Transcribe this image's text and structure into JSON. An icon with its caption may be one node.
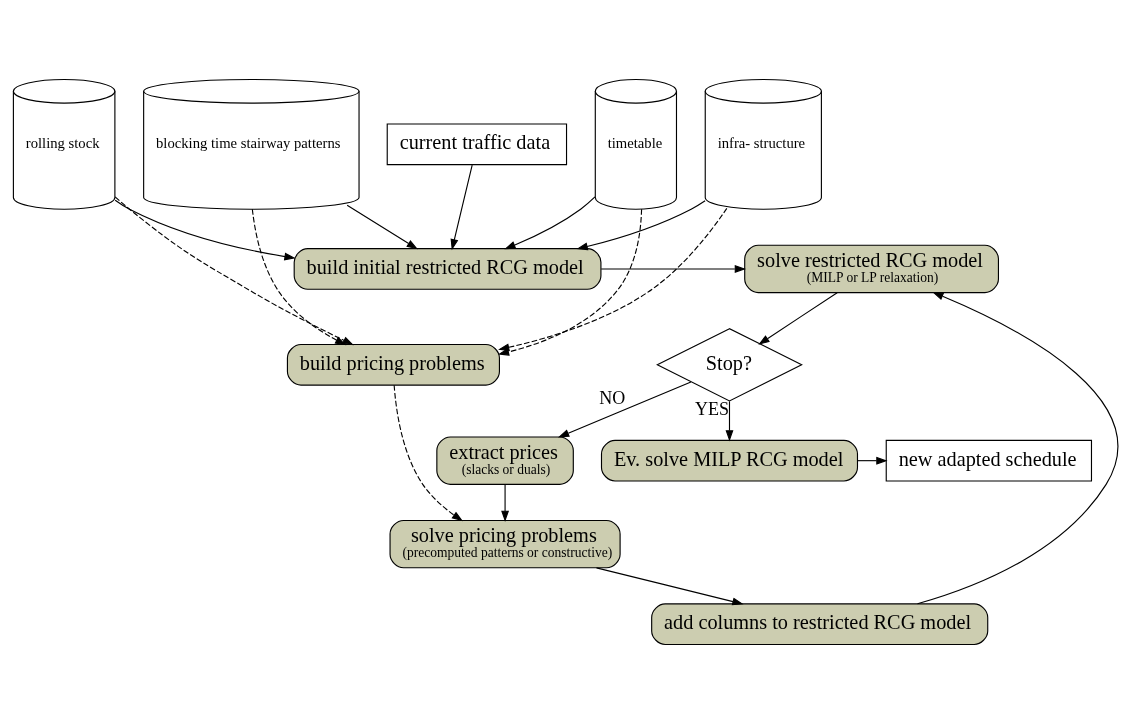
{
  "diagram": {
    "nodes": [
      {
        "text": [
          "current traffic data"
        ]
      },
      {
        "text": [
          "build initial restricted RCG model"
        ]
      },
      {
        "text": [
          "solve restricted RCG model",
          "(MILP or LP relaxation)"
        ]
      },
      {
        "text": [
          "add columns to restricted RCG model"
        ]
      },
      {
        "text": [
          "solve pricing problems",
          "(precomputed patterns or constructive)"
        ]
      },
      {
        "text": [
          "Stop?"
        ]
      },
      {
        "text": [
          "build pricing problems"
        ]
      },
      {
        "text": [
          "extract prices",
          "(slacks or duals)"
        ]
      },
      {
        "text": [
          "timetable"
        ]
      },
      {
        "text": [
          "infra- structure"
        ]
      },
      {
        "text": [
          "rolling stock"
        ]
      },
      {
        "text": [
          "blocking time stairway patterns"
        ]
      },
      {
        "text": [
          "Ev. solve MILP RCG model"
        ]
      },
      {
        "text": [
          "new adapted schedule"
        ]
      }
    ],
    "edges": [
      {
        "from": 0,
        "to": 1,
        "arrow": "to"
      },
      {
        "from": 1,
        "to": 2,
        "arrow": "to"
      },
      {
        "from": 2,
        "to": 5,
        "arrow": "to"
      },
      {
        "from": 5,
        "to": 7,
        "arrow": "to",
        "label": "NO"
      },
      {
        "from": 5,
        "to": 12,
        "arrow": "to",
        "label": "YES"
      },
      {
        "from": 7,
        "to": 4,
        "arrow": "to"
      },
      {
        "from": 4,
        "to": 3,
        "arrow": "to"
      },
      {
        "from": 3,
        "to": 2,
        "arrow": "to"
      },
      {
        "from": 12,
        "to": 13,
        "arrow": "to"
      },
      {
        "from": 8,
        "to": 1,
        "arrow": "to"
      },
      {
        "from": 9,
        "to": 1,
        "arrow": "to"
      },
      {
        "from": 10,
        "to": 1,
        "arrow": "to"
      },
      {
        "from": 11,
        "to": 1,
        "arrow": "to"
      },
      {
        "from": 8,
        "to": 6,
        "arrow": "to",
        "style": "dashed"
      },
      {
        "from": 9,
        "to": 6,
        "arrow": "to",
        "style": "dashed"
      },
      {
        "from": 10,
        "to": 6,
        "arrow": "to",
        "style": "dashed"
      },
      {
        "from": 11,
        "to": 6,
        "arrow": "to",
        "style": "dashed"
      },
      {
        "from": 6,
        "to": 4,
        "arrow": "to",
        "style": "dashed"
      }
    ]
  }
}
